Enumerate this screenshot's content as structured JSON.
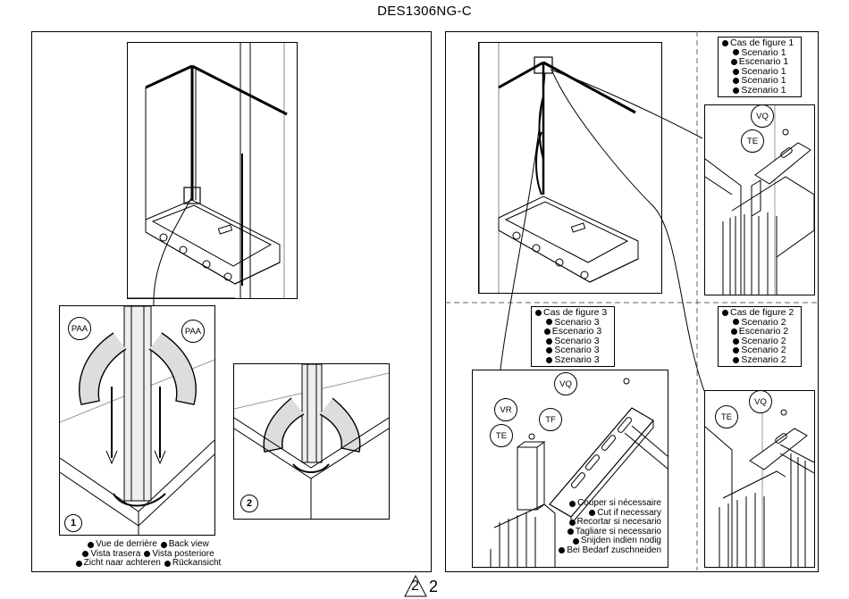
{
  "document": {
    "title": "DES1306NG-C"
  },
  "left_page": {
    "callouts": {
      "paa_left": "PAA",
      "paa_right": "PAA"
    },
    "steps": [
      "1",
      "2"
    ],
    "caption": [
      [
        "Vue de derrière",
        "Back view"
      ],
      [
        "Vista trasera",
        "Vista posteriore"
      ],
      [
        "Zicht naar achteren",
        "Rückansicht"
      ]
    ]
  },
  "right_page": {
    "scenario1": {
      "lines": [
        "Cas de figure 1",
        "Scenario 1",
        "Escenario 1",
        "Scenario 1",
        "Scenario 1",
        "Szenario 1"
      ],
      "callouts": {
        "vq": "VQ",
        "te": "TE"
      }
    },
    "scenario2": {
      "lines": [
        "Cas de figure 2",
        "Scenario 2",
        "Escenario 2",
        "Scenario 2",
        "Scenario 2",
        "Szenario 2"
      ],
      "callouts": {
        "vq": "VQ",
        "te": "TE"
      }
    },
    "scenario3": {
      "lines": [
        "Cas de figure 3",
        "Scenario 3",
        "Escenario 3",
        "Scenario 3",
        "Scenario 3",
        "Szenario 3"
      ],
      "callouts": {
        "vq": "VQ",
        "vr": "VR",
        "tf": "TF",
        "te": "TE"
      },
      "cut_note": [
        "Couper si nécessaire",
        "Cut if necessary",
        "Recortar si necesario",
        "Tagliare si necessario",
        "Snijden indien nodig",
        "Bei Bedarf zuschneiden"
      ]
    }
  },
  "footer": {
    "page_number": "2"
  }
}
